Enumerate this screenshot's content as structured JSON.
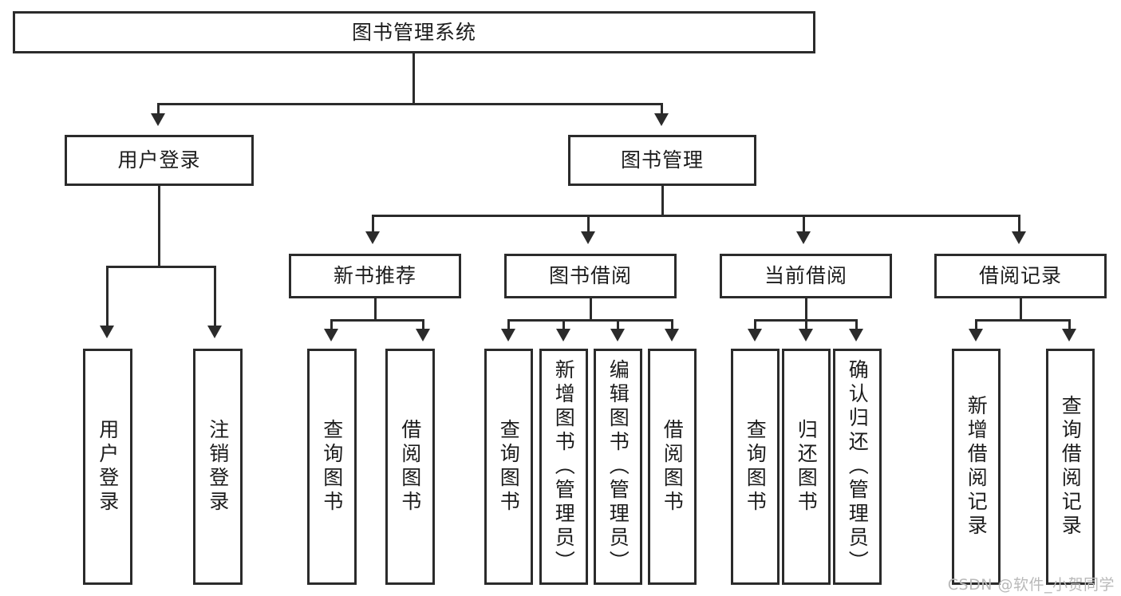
{
  "diagram": {
    "title": "图书管理系统",
    "type": "tree-hierarchy-diagram",
    "root": {
      "id": "root",
      "label": "图书管理系统"
    },
    "level2": [
      {
        "id": "user-login",
        "label": "用户登录"
      },
      {
        "id": "book-manage",
        "label": "图书管理"
      }
    ],
    "level3": [
      {
        "id": "new-book-recommend",
        "label": "新书推荐"
      },
      {
        "id": "book-borrow",
        "label": "图书借阅"
      },
      {
        "id": "current-borrow",
        "label": "当前借阅"
      },
      {
        "id": "borrow-record",
        "label": "借阅记录"
      }
    ],
    "leaves": {
      "user_login": [
        {
          "id": "leaf-user-login",
          "label": "用户登录"
        },
        {
          "id": "leaf-logout-login",
          "label": "注销登录"
        }
      ],
      "new_book_recommend": [
        {
          "id": "leaf-query-book-1",
          "label": "查询图书"
        },
        {
          "id": "leaf-borrow-book-1",
          "label": "借阅图书"
        }
      ],
      "book_borrow": [
        {
          "id": "leaf-query-book-2",
          "label": "查询图书"
        },
        {
          "id": "leaf-add-book",
          "label": "新增图书（管理员）"
        },
        {
          "id": "leaf-edit-book",
          "label": "编辑图书（管理员）"
        },
        {
          "id": "leaf-borrow-book-2",
          "label": "借阅图书"
        }
      ],
      "current_borrow": [
        {
          "id": "leaf-query-book-3",
          "label": "查询图书"
        },
        {
          "id": "leaf-return-book",
          "label": "归还图书"
        },
        {
          "id": "leaf-confirm-return",
          "label": "确认归还（管理员）"
        }
      ],
      "borrow_record": [
        {
          "id": "leaf-add-record",
          "label": "新增借阅记录"
        },
        {
          "id": "leaf-query-record",
          "label": "查询借阅记录"
        }
      ]
    }
  },
  "watermark": {
    "text": "CSDN @软件_小贺同学"
  },
  "colors": {
    "stroke": "#2b2b2b",
    "text": "#1c1c1c",
    "background": "#ffffff",
    "watermark": "#b9b9b9"
  }
}
